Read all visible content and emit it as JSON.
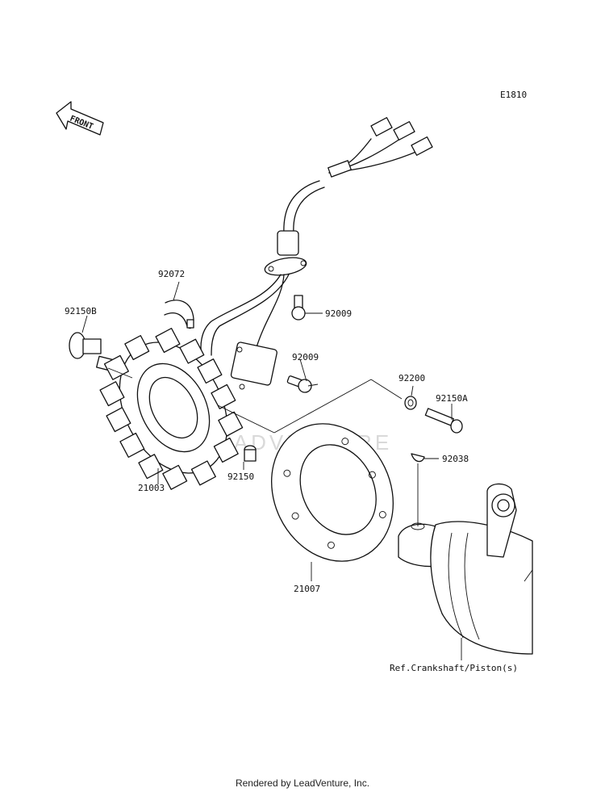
{
  "diagram_code": "E1810",
  "front_label": "FRONT",
  "watermark": "LEADVENTURE",
  "parts": [
    {
      "id": "p-92072",
      "number": "92072"
    },
    {
      "id": "p-92150b",
      "number": "92150B"
    },
    {
      "id": "p-92009a",
      "number": "92009"
    },
    {
      "id": "p-92009b",
      "number": "92009"
    },
    {
      "id": "p-92200",
      "number": "92200"
    },
    {
      "id": "p-92150a",
      "number": "92150A"
    },
    {
      "id": "p-92038",
      "number": "92038"
    },
    {
      "id": "p-92150",
      "number": "92150"
    },
    {
      "id": "p-21003",
      "number": "21003"
    },
    {
      "id": "p-21007",
      "number": "21007"
    }
  ],
  "reference_label": "Ref.Crankshaft/Piston(s)",
  "footer": "Rendered by LeadVenture, Inc."
}
